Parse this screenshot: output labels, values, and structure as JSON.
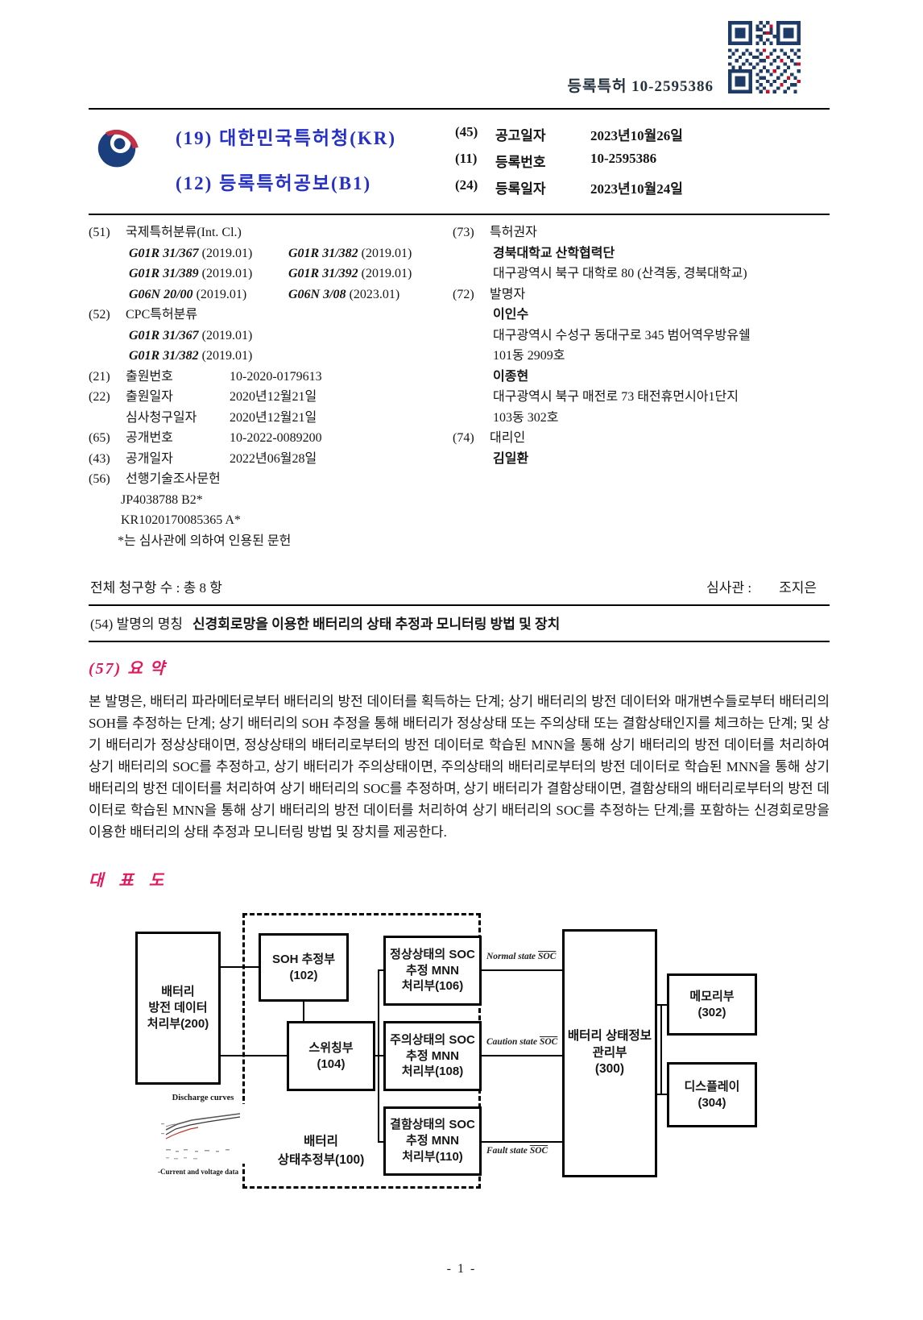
{
  "colors": {
    "title_blue": "#2531c4",
    "section_pink": "#e0195f",
    "qr_navy": "#1e3a66",
    "qr_red": "#c8102e"
  },
  "page": {
    "doc_type_header": "등록특허 10-2595386",
    "footer_page": "- 1 -"
  },
  "header": {
    "office_line": "(19) 대한민국특허청(KR)",
    "gazette_line": "(12) 등록특허공보(B1)",
    "fields": [
      {
        "num": "(45)",
        "label": "공고일자",
        "value": "2023년10월26일"
      },
      {
        "num": "(11)",
        "label": "등록번호",
        "value": "10-2595386"
      },
      {
        "num": "(24)",
        "label": "등록일자",
        "value": "2023년10월24일"
      }
    ]
  },
  "left_col": {
    "ipc": {
      "num": "(51)",
      "label": "국제특허분류(Int. Cl.)",
      "entries": [
        {
          "code": "G01R 31/367",
          "year": "(2019.01)"
        },
        {
          "code": "G01R 31/382",
          "year": "(2019.01)"
        },
        {
          "code": "G01R 31/389",
          "year": "(2019.01)"
        },
        {
          "code": "G01R 31/392",
          "year": "(2019.01)"
        },
        {
          "code": "G06N 20/00",
          "year": "(2019.01)"
        },
        {
          "code": "G06N 3/08",
          "year": "(2023.01)"
        }
      ]
    },
    "cpc": {
      "num": "(52)",
      "label": "CPC특허분류",
      "entries": [
        {
          "code": "G01R 31/367",
          "year": "(2019.01)"
        },
        {
          "code": "G01R 31/382",
          "year": "(2019.01)"
        }
      ]
    },
    "fields": [
      {
        "num": "(21)",
        "label": "출원번호",
        "value": "10-2020-0179613"
      },
      {
        "num": "(22)",
        "label": "출원일자",
        "value": "2020년12월21일"
      },
      {
        "num": "",
        "label": "심사청구일자",
        "value": "2020년12월21일"
      },
      {
        "num": "(65)",
        "label": "공개번호",
        "value": "10-2022-0089200"
      },
      {
        "num": "(43)",
        "label": "공개일자",
        "value": "2022년06월28일"
      }
    ],
    "prior_art": {
      "num": "(56)",
      "label": "선행기술조사문헌",
      "docs": [
        "JP4038788 B2*",
        "KR1020170085365 A*"
      ],
      "note": "*는 심사관에 의하여 인용된 문헌"
    }
  },
  "right_col": {
    "patentee": {
      "num": "(73)",
      "label": "특허권자",
      "name": "경북대학교 산학협력단",
      "addr": "대구광역시 북구 대학로 80 (산격동, 경북대학교)"
    },
    "inventors": {
      "num": "(72)",
      "label": "발명자",
      "list": [
        {
          "name": "이인수",
          "addr": "대구광역시 수성구 동대구로 345 범어역우방유쉘\n101동 2909호"
        },
        {
          "name": "이종현",
          "addr": "대구광역시 북구 매전로 73 태전휴먼시아1단지\n103동 302호"
        }
      ]
    },
    "agent": {
      "num": "(74)",
      "label": "대리인",
      "name": "김일환"
    }
  },
  "claims_row": {
    "total": "전체 청구항 수 : 총  8  항",
    "examiner_label": "심사관 :",
    "examiner_name": "조지은"
  },
  "title_row": {
    "label": "(54) 발명의 명칭",
    "title": "신경회로망을 이용한 배터리의 상태 추정과 모니터링 방법 및 장치"
  },
  "abstract": {
    "heading": "(57) 요 약",
    "body": "본 발명은, 배터리 파라메터로부터 배터리의 방전 데이터를 획득하는 단계; 상기 배터리의 방전 데이터와 매개변수들로부터 배터리의 SOH를 추정하는 단계; 상기 배터리의 SOH 추정을 통해 배터리가 정상상태 또는 주의상태 또는 결함상태인지를 체크하는 단계; 및 상기 배터리가 정상상태이면, 정상상태의 배터리로부터의 방전 데이터로 학습된 MNN을 통해 상기 배터리의 방전 데이터를 처리하여 상기 배터리의 SOC를 추정하고, 상기 배터리가 주의상태이면, 주의상태의 배터리로부터의 방전 데이터로 학습된 MNN을 통해 상기 배터리의 방전 데이터를 처리하여 상기 배터리의 SOC를 추정하며, 상기 배터리가 결함상태이면, 결함상태의 배터리로부터의 방전 데이터로 학습된 MNN을 통해 상기 배터리의 방전 데이터를 처리하여 상기 배터리의 SOC를 추정하는 단계;를 포함하는 신경회로망을 이용한 배터리의 상태 추정과 모니터링 방법 및 장치를 제공한다."
  },
  "figure": {
    "heading": "대 표 도",
    "boxes": {
      "b200": "배터리\n방전 데이터\n처리부(200)",
      "b102": "SOH 추정부\n(102)",
      "b104": "스위칭부\n(104)",
      "b106": "정상상태의 SOC\n추정 MNN\n처리부(106)",
      "b108": "주의상태의 SOC\n추정 MNN\n처리부(108)",
      "b110": "결함상태의 SOC\n추정 MNN\n처리부(110)",
      "b100_label": "배터리\n상태추정부(100)",
      "b300": "배터리 상태정보\n관리부\n(300)",
      "b302": "메모리부\n(302)",
      "b304": "디스플레이\n(304)"
    },
    "arrow_labels": {
      "normal": "Normal state",
      "caution": "Caution state",
      "fault": "Fault state",
      "soc": "SOC"
    },
    "discharge_caption_top": "Discharge curves",
    "discharge_caption_bottom": "-Current and voltage data"
  }
}
